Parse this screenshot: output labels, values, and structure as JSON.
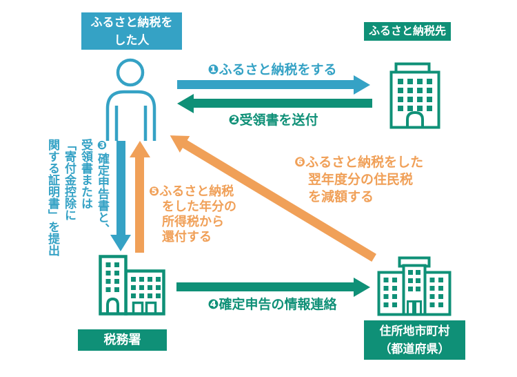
{
  "colors": {
    "blue": "#35a2c5",
    "teal": "#0f9077",
    "orange": "#f0a058",
    "label_text": "#ffffff"
  },
  "nodes": {
    "donor": {
      "label": "ふるさと納税を\nした人"
    },
    "destination": {
      "label": "ふるさと納税先"
    },
    "tax_office": {
      "label": "税務署"
    },
    "municipality": {
      "label": "住所地市町村\n（都道府県）"
    }
  },
  "steps": {
    "step1": {
      "number": "❶",
      "label": "ふるさと納税をする"
    },
    "step2": {
      "number": "❷",
      "label": "受領書を送付"
    },
    "step3": {
      "number": "❸",
      "label": "確定申告書と、\n受領書または\n「寄付金控除に\n関する証明書」を提出"
    },
    "step4": {
      "number": "❹",
      "label": "確定申告の情報連絡"
    },
    "step5": {
      "number": "❺",
      "label": "ふるさと納税\nをした年分の\n所得税から\n還付する"
    },
    "step6": {
      "number": "❻",
      "label": "ふるさと納税をした\n翌年度分の住民税\nを減額する"
    }
  },
  "icons": {
    "donor": "person-icon",
    "destination": "office-building-icon",
    "tax_office": "tax-office-building-icon",
    "municipality": "municipal-hall-building-icon"
  }
}
